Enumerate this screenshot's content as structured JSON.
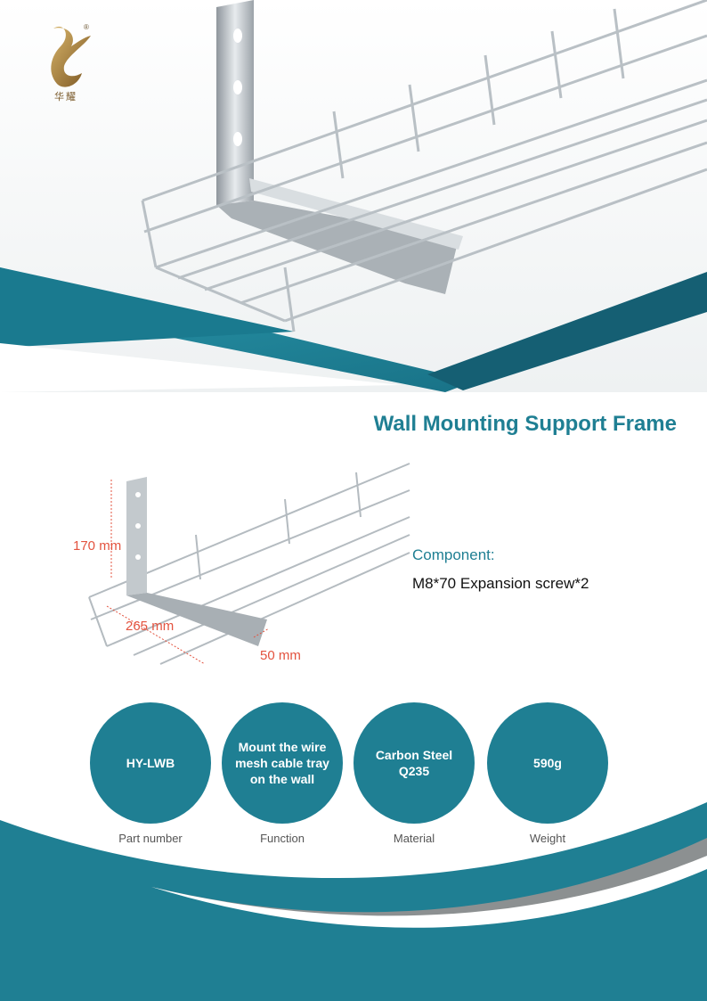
{
  "brand": {
    "chinese_name": "华耀",
    "registered_mark": "®"
  },
  "title": "Wall Mounting Support Frame",
  "dimensions": {
    "height": "170 mm",
    "length": "265 mm",
    "width": "50 mm"
  },
  "component": {
    "heading": "Component:",
    "item": "M8*70 Expansion screw*2"
  },
  "specs": [
    {
      "value": "HY-LWB",
      "label": "Part number"
    },
    {
      "value": "Mount the wire mesh cable tray on the wall",
      "label": "Function"
    },
    {
      "value": "Carbon Steel Q235",
      "label": "Material"
    },
    {
      "value": "590g",
      "label": "Weight"
    }
  ],
  "colors": {
    "accent": "#1f7f93",
    "dimension_text": "#e3533f",
    "gray_band": "#8c9091"
  }
}
